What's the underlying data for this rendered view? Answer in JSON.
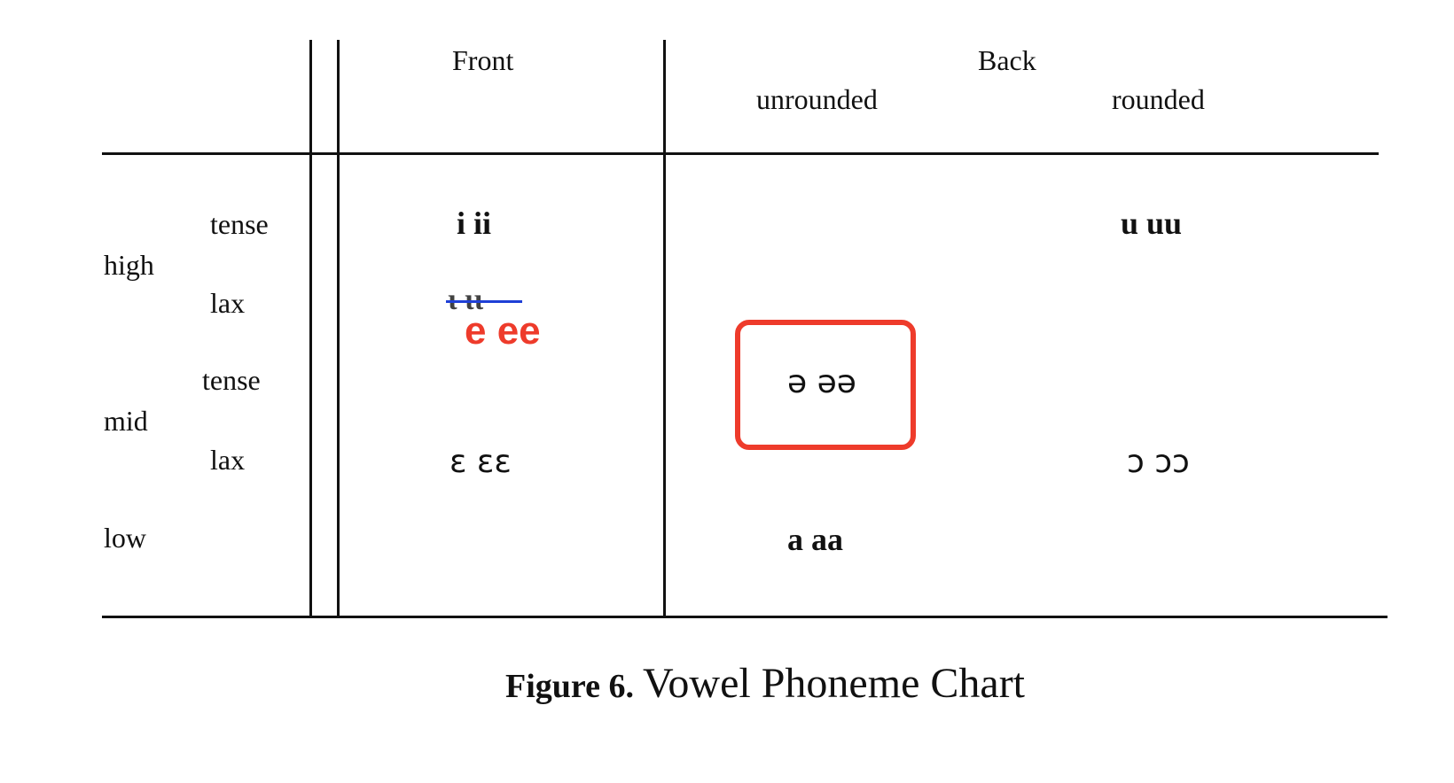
{
  "header": {
    "front": "Front",
    "back": "Back",
    "unrounded": "unrounded",
    "rounded": "rounded"
  },
  "rows": {
    "high": "high",
    "mid": "mid",
    "low": "low",
    "tense_1": "tense",
    "lax_1": "lax",
    "tense_2": "tense",
    "lax_2": "lax"
  },
  "cells": {
    "high_tense_front": "i   ii",
    "high_tense_back_rounded": "u   uu",
    "high_lax_front_struck": "ɩ  ɩɩ",
    "mid_tense_back_unrounded": "ə   əə",
    "mid_lax_front": "ɛ   ɛɛ",
    "mid_lax_back_rounded": "ɔ   ɔɔ",
    "low_back_unrounded": "a   aa"
  },
  "annotations": {
    "correction_text": "e ee",
    "correction_color": "#ee3b2b",
    "strike_color": "#1f3fd6",
    "highlight_box_color": "#ee3b2b"
  },
  "caption": {
    "label": "Figure 6.",
    "title": "Vowel Phoneme Chart"
  }
}
